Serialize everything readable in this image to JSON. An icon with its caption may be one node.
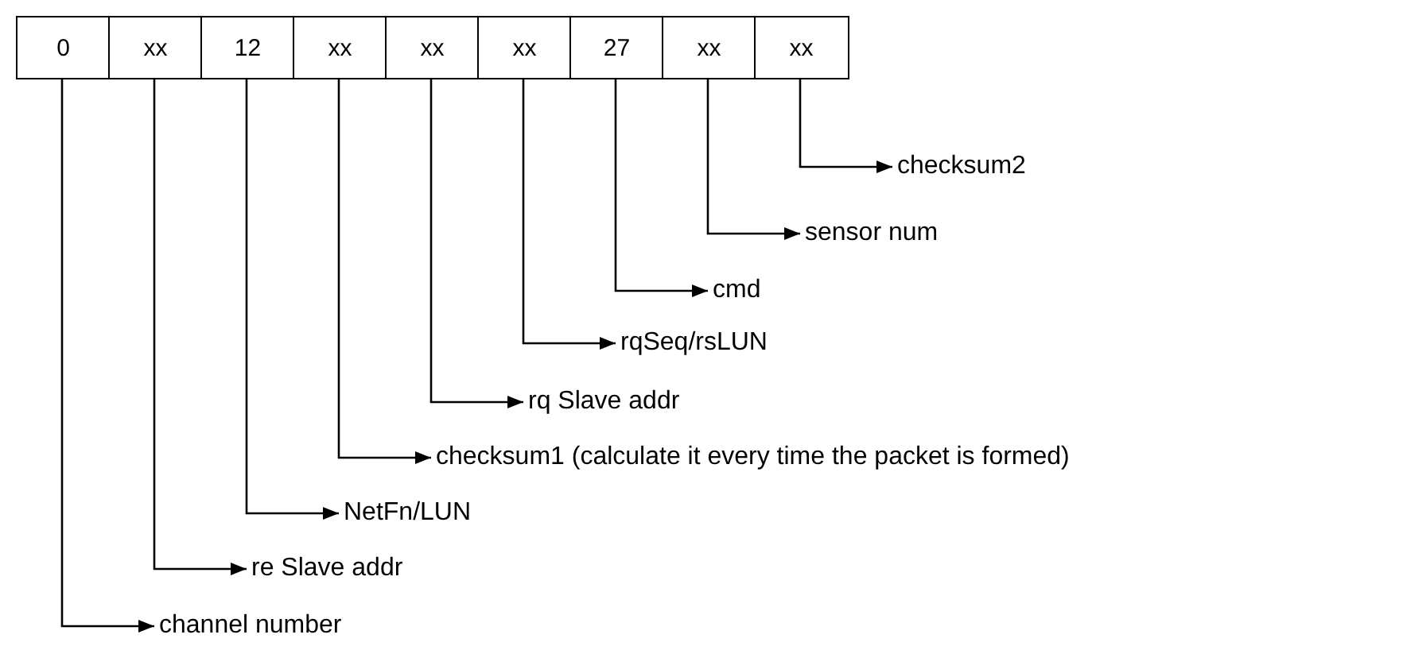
{
  "diagram": {
    "nodes": [
      {
        "text": [
          "0"
        ]
      },
      {
        "text": [
          "xx"
        ]
      },
      {
        "text": [
          "12"
        ]
      },
      {
        "text": [
          "xx"
        ]
      },
      {
        "text": [
          "xx"
        ]
      },
      {
        "text": [
          "xx"
        ]
      },
      {
        "text": [
          "27"
        ]
      },
      {
        "text": [
          "xx"
        ]
      },
      {
        "text": [
          "xx"
        ]
      },
      {
        "text": [
          "checksum2"
        ]
      },
      {
        "text": [
          "sensor num"
        ]
      },
      {
        "text": [
          "cmd"
        ]
      },
      {
        "text": [
          "rqSeq/rsLUN"
        ]
      },
      {
        "text": [
          "rq Slave addr"
        ]
      },
      {
        "text": [
          "checksum1 (calculate it every time the packet is formed)"
        ]
      },
      {
        "text": [
          "NetFn/LUN"
        ]
      },
      {
        "text": [
          "re Slave addr"
        ]
      },
      {
        "text": [
          "channel number"
        ]
      }
    ],
    "edges": [
      {
        "from": 0,
        "to": 17,
        "arrow": "to"
      },
      {
        "from": 1,
        "to": 16,
        "arrow": "to"
      },
      {
        "from": 2,
        "to": 15,
        "arrow": "to"
      },
      {
        "from": 3,
        "to": 14,
        "arrow": "to"
      },
      {
        "from": 4,
        "to": 13,
        "arrow": "to"
      },
      {
        "from": 5,
        "to": 12,
        "arrow": "to"
      },
      {
        "from": 6,
        "to": 11,
        "arrow": "to"
      },
      {
        "from": 7,
        "to": 10,
        "arrow": "to"
      },
      {
        "from": 8,
        "to": 9,
        "arrow": "to"
      }
    ]
  }
}
